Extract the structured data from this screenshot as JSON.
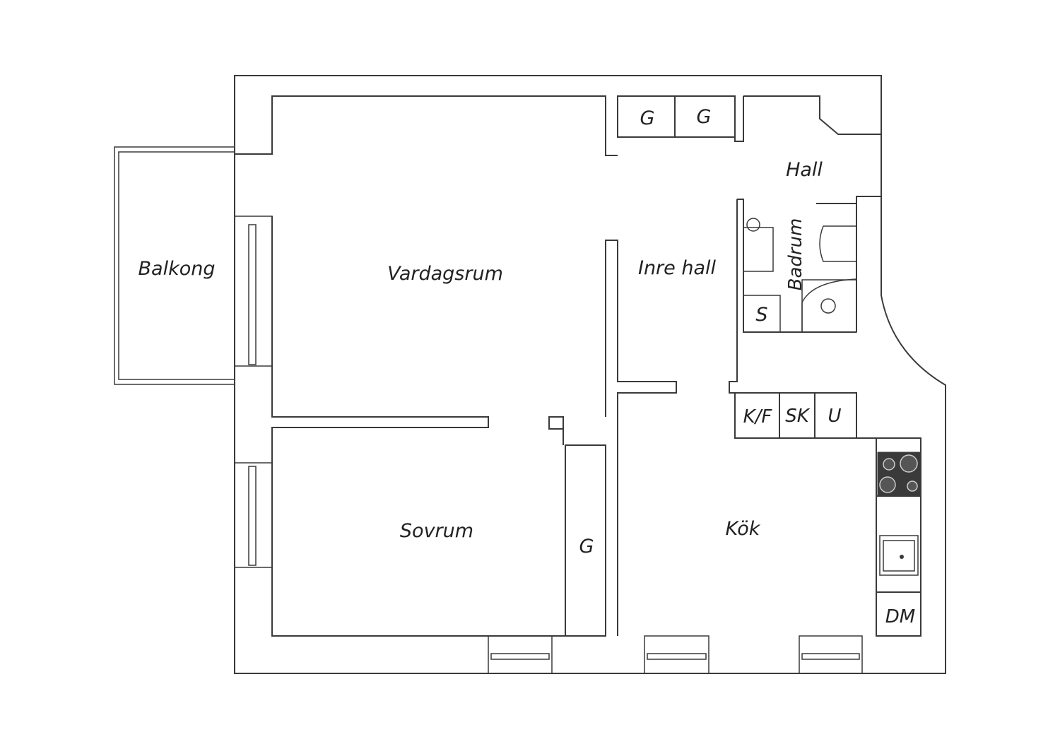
{
  "rooms": {
    "balkong": "Balkong",
    "vardagsrum": "Vardagsrum",
    "inre_hall": "Inre hall",
    "hall": "Hall",
    "badrum": "Badrum",
    "sovrum": "Sovrum",
    "kok": "Kök"
  },
  "storage": {
    "g_top_1": "G",
    "g_top_2": "G",
    "g_sovrum": "G",
    "s_bath": "S",
    "kf": "K/F",
    "sk": "SK",
    "u": "U",
    "dm": "DM"
  }
}
